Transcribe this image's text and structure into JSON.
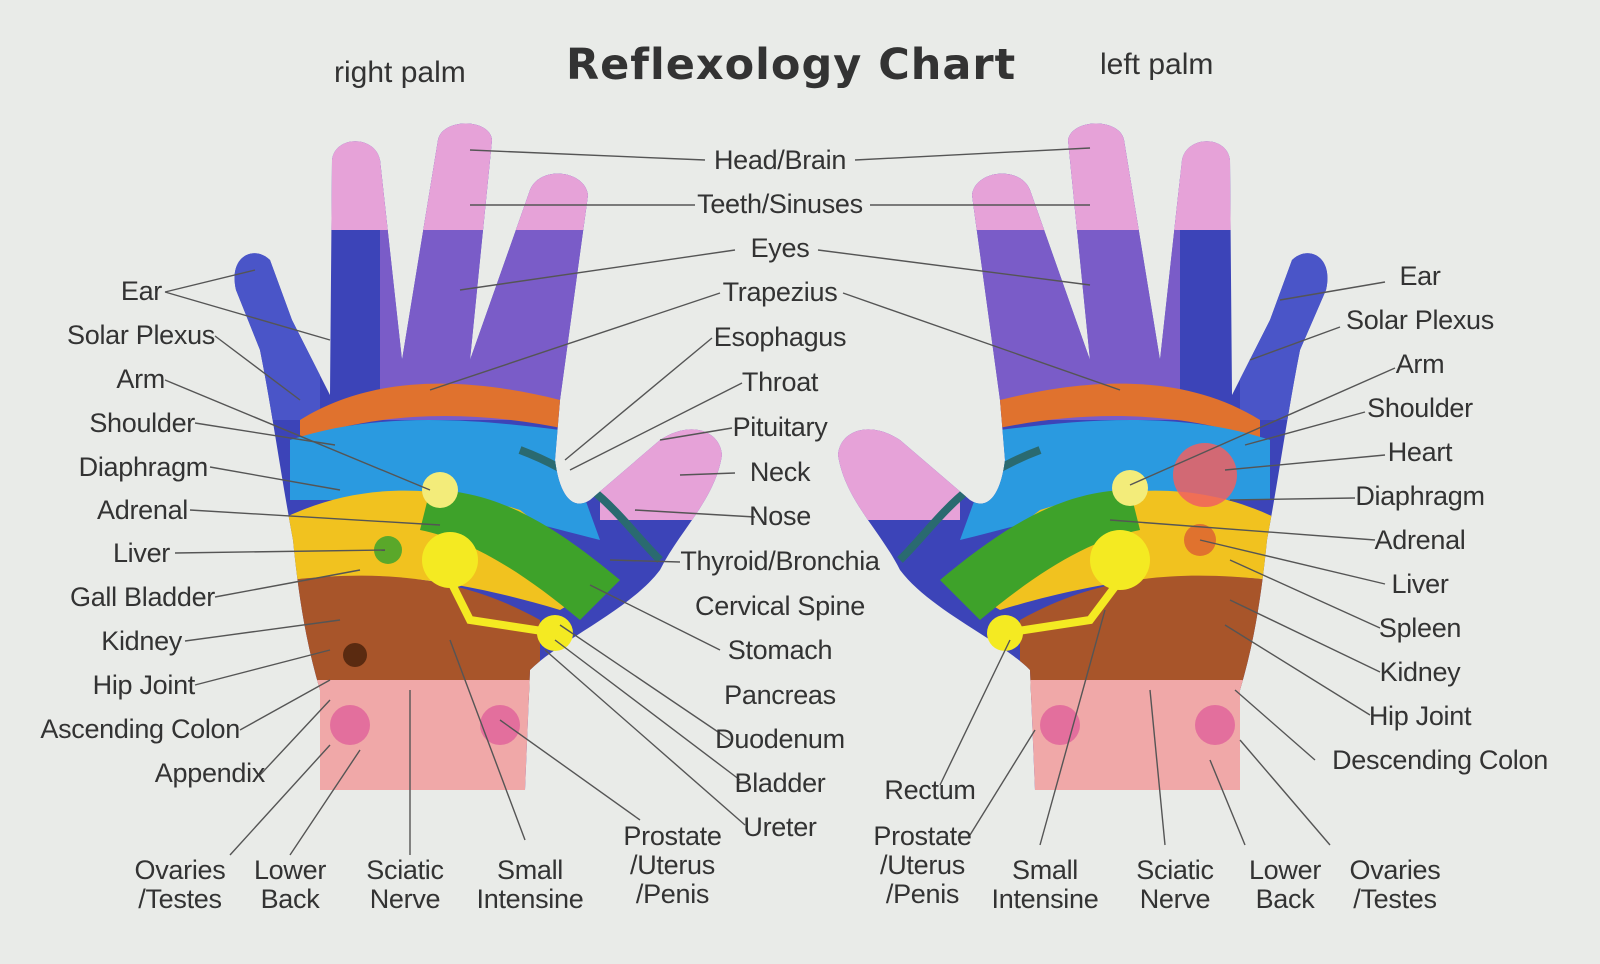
{
  "title": "Reflexology Chart",
  "right_palm_label": "right palm",
  "left_palm_label": "left palm",
  "center_labels": [
    "Head/Brain",
    "Teeth/Sinuses",
    "Eyes",
    "Trapezius",
    "Esophagus",
    "Throat",
    "Pituitary",
    "Neck",
    "Nose",
    "Thyroid/Bronchia",
    "Cervical Spine",
    "Stomach",
    "Pancreas",
    "Duodenum",
    "Bladder",
    "Ureter"
  ],
  "left_side_labels": [
    "Ear",
    "Solar Plexus",
    "Arm",
    "Shoulder",
    "Diaphragm",
    "Adrenal",
    "Liver",
    "Gall Bladder",
    "Kidney",
    "Hip Joint",
    "Ascending Colon",
    "Appendix"
  ],
  "right_side_labels": [
    "Ear",
    "Solar Plexus",
    "Arm",
    "Shoulder",
    "Heart",
    "Diaphragm",
    "Adrenal",
    "Liver",
    "Spleen",
    "Kidney",
    "Hip Joint",
    "Descending Colon"
  ],
  "rectum_label": "Rectum",
  "bottom_left": [
    {
      "l1": "Ovaries",
      "l2": "/Testes"
    },
    {
      "l1": "Lower",
      "l2": "Back"
    },
    {
      "l1": "Sciatic",
      "l2": "Nerve"
    },
    {
      "l1": "Small",
      "l2": "Intensine"
    },
    {
      "l1": "Prostate",
      "l2": "/Uterus",
      "l3": "/Penis"
    }
  ],
  "bottom_right": [
    {
      "l1": "Prostate",
      "l2": "/Uterus",
      "l3": "/Penis"
    },
    {
      "l1": "Small",
      "l2": "Intensine"
    },
    {
      "l1": "Sciatic",
      "l2": "Nerve"
    },
    {
      "l1": "Lower",
      "l2": "Back"
    },
    {
      "l1": "Ovaries",
      "l2": "/Testes"
    }
  ],
  "colors": {
    "background": "#e9ebe8",
    "hand_blue": "#3c44b8",
    "hand_purple": "#7a5cc8",
    "fingertip_pink": "#e6a2d8",
    "band_orange": "#e0722e",
    "palm_cyan": "#2a9ae0",
    "palm_yellow": "#f1c21f",
    "palm_green": "#3ea22a",
    "palm_brown": "#a8552a",
    "wrist_pink": "#f0a8a8",
    "dot_yellow": "#f4ea22",
    "heart_red": "#f06060"
  }
}
